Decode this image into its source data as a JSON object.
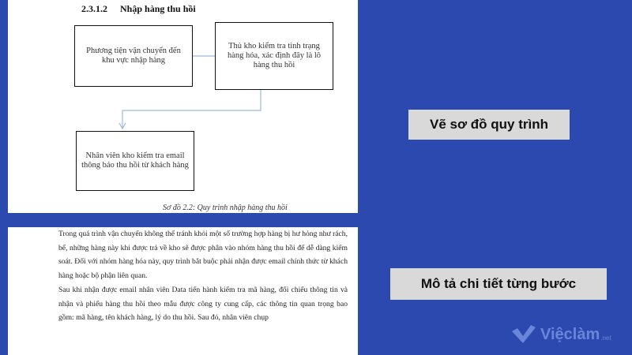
{
  "document": {
    "section_number": "2.3.1.2",
    "section_title": "Nhập hàng thu hồi",
    "diagram": {
      "steps": [
        "Phương tiện vận chuyển đến khu vực nhập hàng",
        "Thủ kho kiểm tra tình trạng hàng hóa, xác định đây là lô hàng thu hồi",
        "Nhân viên kho kiểm tra email thông báo thu hồi từ khách hàng"
      ],
      "caption": "Sơ đồ 2.2: Quy trình nhập hàng thu hồi"
    },
    "paragraphs": [
      "Trong quá trình vận chuyển không thể tránh khỏi một số trường hợp hàng bị hư hỏng như rách, bể, những hàng này khi được trả về kho sẽ được phân vào nhóm hàng thu hồi để dễ dàng kiểm soát. Đối với nhóm hàng hóa này, quy trình bắt buộc phải nhận được email chính thức từ khách hàng hoặc bộ phận liên quan.",
      "Sau khi nhận được email nhân viên Data tiến hành kiểm tra mã hàng, đối chiếu thông tin và nhận và phiếu hàng thu hồi theo mẫu được công ty cung cấp, các thông tin quan trọng bao gồm: mã hàng, tên khách hàng, lý do thu hồi. Sau đó, nhân viên chụp"
    ]
  },
  "labels": {
    "diagram_label": "Vẽ sơ đồ quy trình",
    "detail_label": "Mô tả chi tiết từng bước"
  },
  "branding": {
    "logo_text": "Việclàm",
    "logo_suffix": ".net",
    "logo_icon": "check-chevron-icon"
  },
  "colors": {
    "background": "#2c49b0",
    "arrow": "#9db8dc",
    "label_bg": "#d9d9d9",
    "logo": "#6a86d8"
  }
}
